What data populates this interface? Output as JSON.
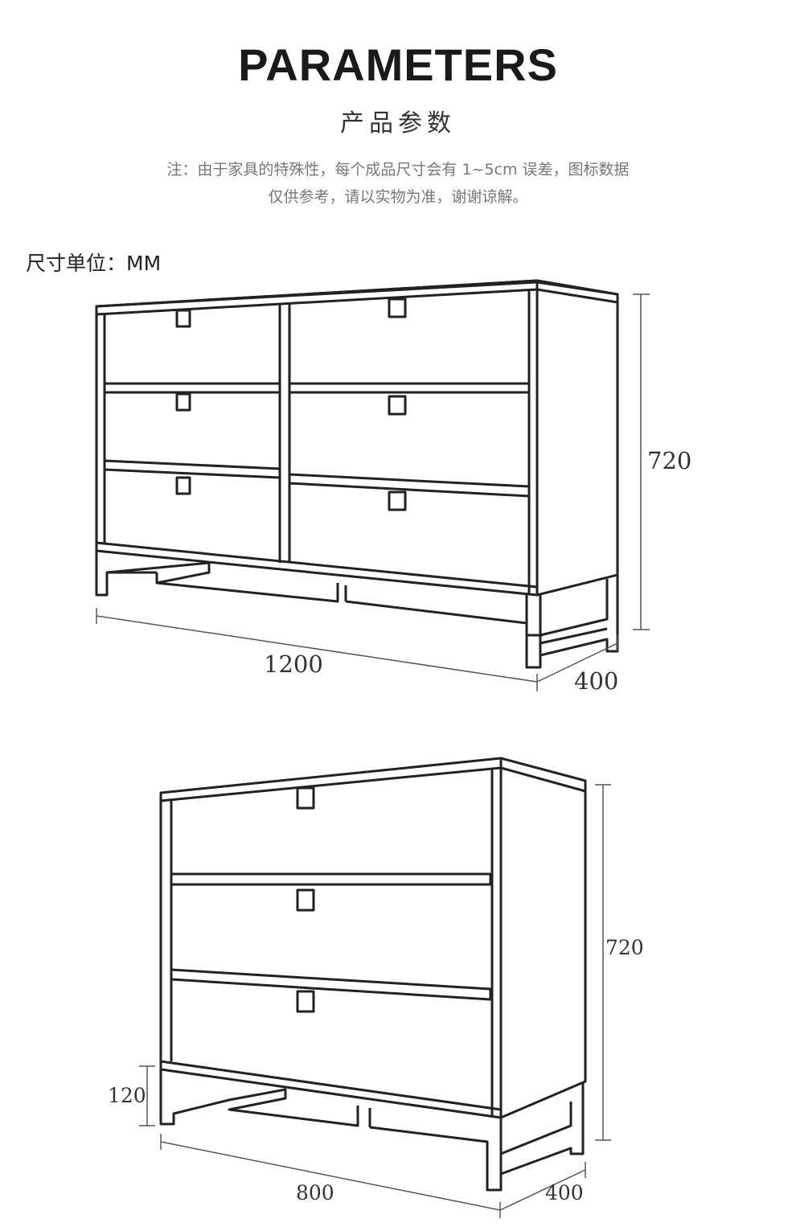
{
  "header": {
    "title": "PARAMETERS",
    "subtitle": "产品参数"
  },
  "note": {
    "line1": "注：由于家具的特殊性，每个成品尺寸会有 1~5cm 误差，图标数据",
    "line2": "仅供参考，请以实物为准，谢谢谅解。"
  },
  "unit_label": "尺寸单位：MM",
  "dresser_six": {
    "height": "720",
    "width": "1200",
    "depth": "400"
  },
  "dresser_three": {
    "height": "720",
    "width": "800",
    "depth": "400",
    "leg_height": "120"
  }
}
